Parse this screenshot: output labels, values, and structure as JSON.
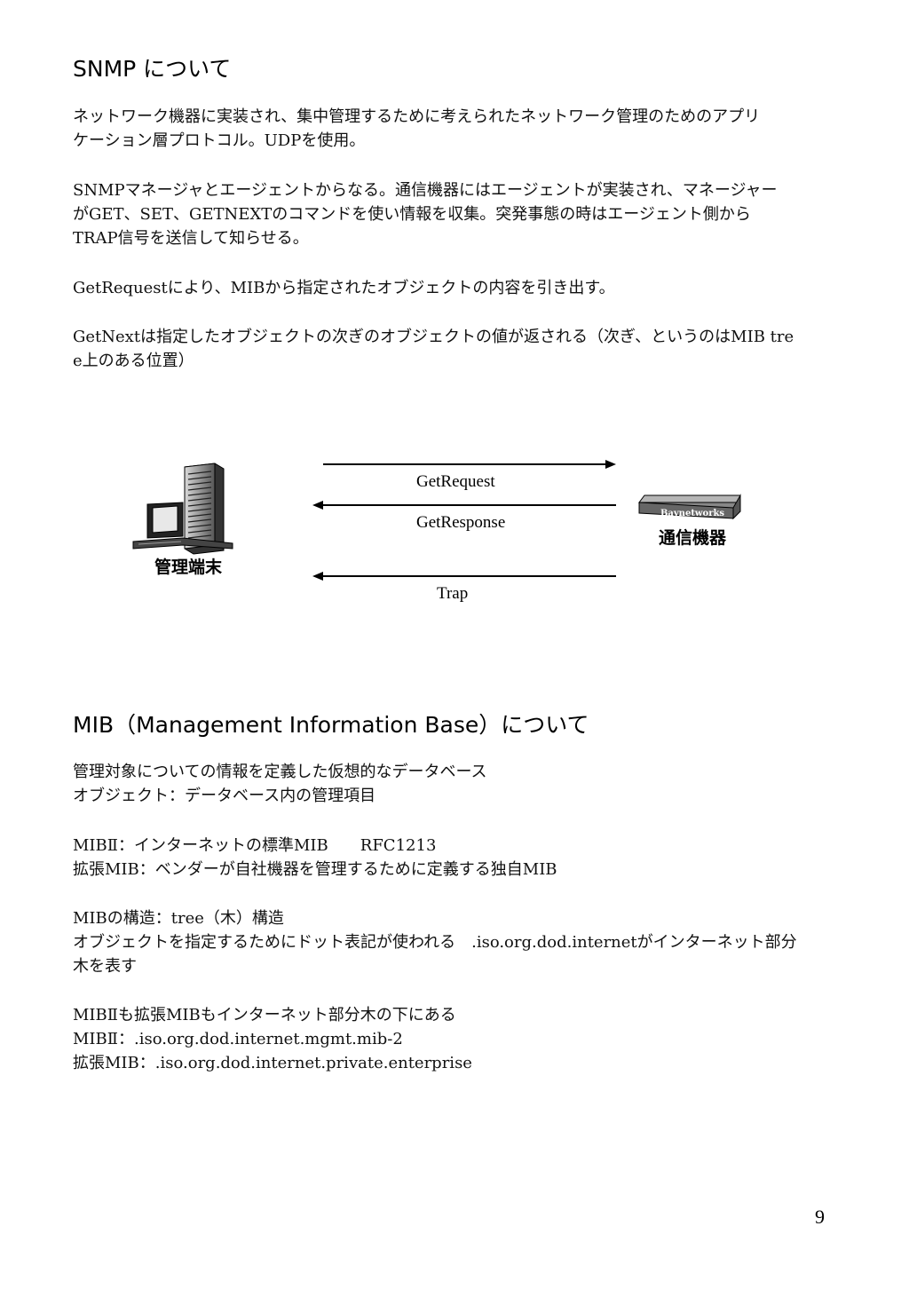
{
  "snmp": {
    "title": "SNMP について",
    "p1": [
      "ネットワーク機器に実装され、集中管理するために考えられたネットワーク管理のためのアプリ",
      "ケーション層プロトコル。UDPを使用。"
    ],
    "p2": [
      "SNMPマネージャとエージェントからなる。通信機器にはエージェントが実装され、マネージャー",
      "がGET、SET、GETNEXTのコマンドを使い情報を収集。突発事態の時はエージェント側から",
      "TRAP信号を送信して知らせる。"
    ],
    "p3": [
      "GetRequestにより、MIBから指定されたオブジェクトの内容を引き出す。"
    ],
    "p4": [
      "GetNextは指定したオブジェクトの次ぎのオブジェクトの値が返される（次ぎ、というのはMIB tre",
      "e上のある位置）"
    ]
  },
  "diagram": {
    "manager_label": "管理端末",
    "device_label": "通信機器",
    "device_brand": "Baynetworks",
    "arrow_request": "GetRequest",
    "arrow_response": "GetResponse",
    "arrow_trap": "Trap"
  },
  "mib": {
    "title": "MIB（Management Information Base）について",
    "p1": [
      "管理対象についての情報を定義した仮想的なデータベース",
      "オブジェクト：データベース内の管理項目"
    ],
    "p2": [
      "MIBⅡ：インターネットの標準MIB　　RFC1213",
      "拡張MIB：ベンダーが自社機器を管理するために定義する独自MIB"
    ],
    "p3": [
      "MIBの構造：tree（木）構造",
      "オブジェクトを指定するためにドット表記が使われる　.iso.org.dod.internetがインターネット部分",
      "木を表す"
    ],
    "p4": [
      "MIBⅡも拡張MIBもインターネット部分木の下にある",
      "MIBⅡ：.iso.org.dod.internet.mgmt.mib-2",
      "拡張MIB：.iso.org.dod.internet.private.enterprise"
    ]
  },
  "page_number": "9"
}
